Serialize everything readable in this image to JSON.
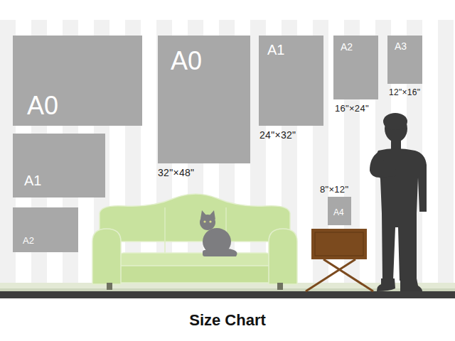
{
  "diagram": {
    "caption": "Size Chart",
    "nodes": [
      {
        "text": [
          "A0"
        ]
      },
      {
        "text": [
          "A0",
          "32\"×48\""
        ]
      },
      {
        "text": [
          "A1",
          "24\"×32\""
        ]
      },
      {
        "text": [
          "A2",
          "16\"×24\""
        ]
      },
      {
        "text": [
          "A3",
          "12\"×16\""
        ]
      },
      {
        "text": [
          "A1"
        ]
      },
      {
        "text": [
          "A4",
          "8\"×12\""
        ]
      },
      {
        "text": [
          "A2"
        ]
      }
    ]
  }
}
